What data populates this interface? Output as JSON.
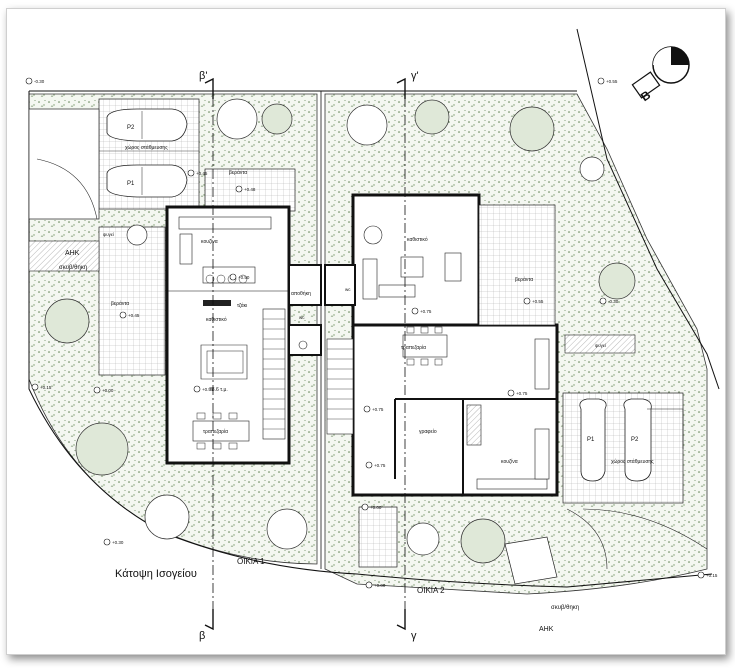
{
  "title": "Κάτοψη Ισογείου",
  "houses": {
    "house1": "ΟΙΚΙΑ 1",
    "house2": "ΟΙΚΙΑ 2"
  },
  "sections": {
    "beta_top": "β'",
    "beta_bottom": "β",
    "gamma_top": "γ'",
    "gamma_bottom": "γ"
  },
  "house1": {
    "kitchen": "κουζίνα",
    "living": "καθιστικό",
    "fireplace": "τζάκι",
    "dining": "τραπεζαρία",
    "area": "78.6 τ.μ.",
    "veranda_top": "βεράντα",
    "veranda_left": "βεράντα",
    "parking": "χώρος στάθμευσης",
    "storage": "αποθήκη",
    "fridge": "ψυγεί",
    "ahk": "ΑΗΚ",
    "water": "σκυβ/θηκη",
    "car1": "P1",
    "car2": "P2",
    "wc": "wc"
  },
  "house2": {
    "living": "καθιστικό",
    "dining": "τραπεζαρία",
    "office": "γραφείο",
    "kitchen": "κουζίνα",
    "veranda": "βεράντα",
    "parking": "χώρος στάθμευσης",
    "fridge": "ψυγεί",
    "ahk": "ΑΗΚ",
    "water": "σκυβ/θηκη",
    "car1": "P1",
    "car2": "P2",
    "wc": "wc"
  },
  "levels": [
    "-0.30",
    "+0.55",
    "+0.45",
    "+0.48",
    "+0.50",
    "+0.55",
    "+0.75",
    "+0.75",
    "+0.75",
    "+0.00",
    "+0.50",
    "+0.15",
    "+0.45",
    "+0.30",
    "+0.00",
    "+0.15",
    "+0.75",
    "-0.30",
    "+0.00"
  ],
  "north_symbol": "B",
  "colors": {
    "line": "#111111",
    "veg": "#6b8a5c",
    "tile": "#bdbdbd"
  }
}
